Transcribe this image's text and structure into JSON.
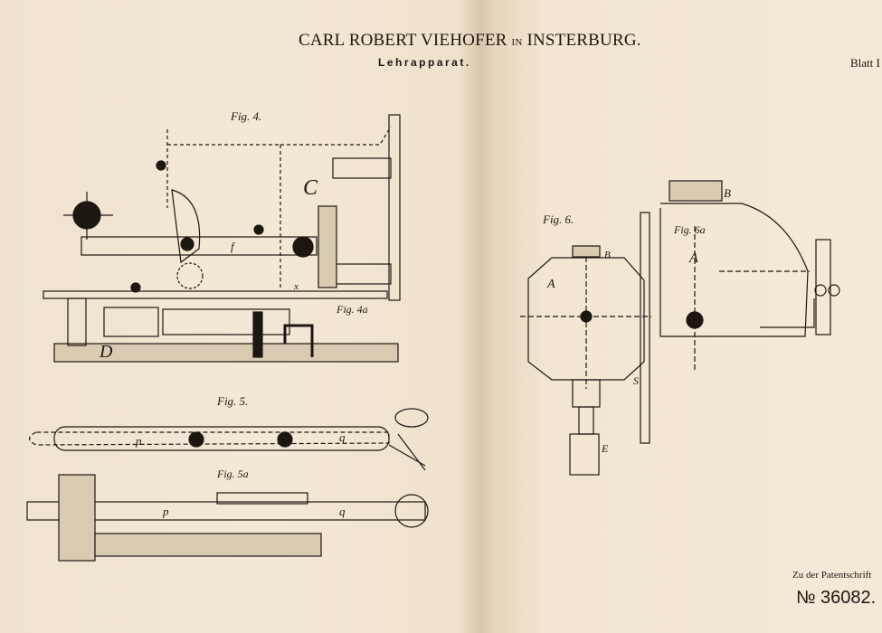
{
  "header": {
    "inventor": "CARL ROBERT VIEHOFER",
    "in": "IN",
    "place": "INSTERBURG.",
    "title": "Lehrapparat.",
    "sheet": "Blatt I"
  },
  "figures": {
    "fig4": "Fig. 4.",
    "fig4a": "Fig. 4a",
    "fig5": "Fig. 5.",
    "fig5a": "Fig. 5a",
    "fig6": "Fig. 6.",
    "fig6a": "Fig. 6a"
  },
  "parts": {
    "C": "C",
    "D": "D",
    "A": "A",
    "B": "B",
    "E": "E",
    "S": "S",
    "p": "p",
    "q": "q",
    "f": "f",
    "x": "x"
  },
  "footer": {
    "note": "Zu der Patentschrift",
    "number": "№ 36082."
  }
}
